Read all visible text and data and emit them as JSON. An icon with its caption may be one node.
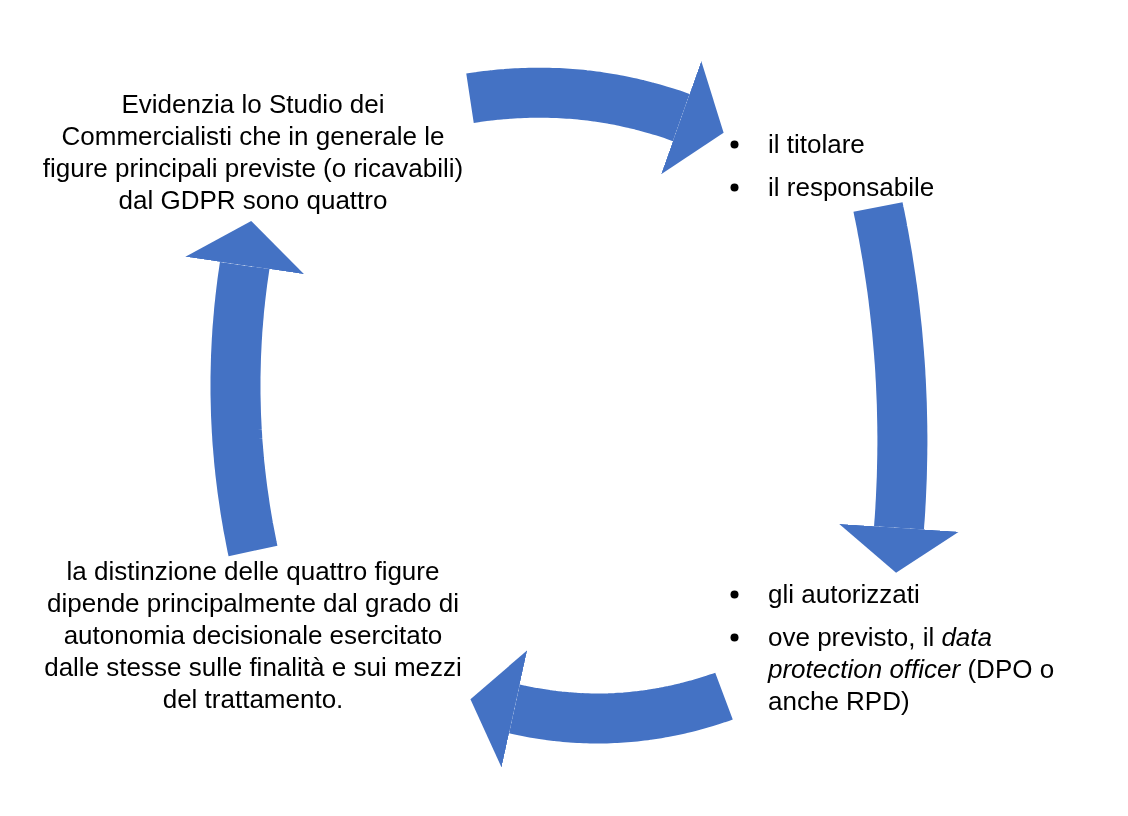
{
  "diagram": {
    "nodes": [
      {
        "text": [
          "Evidenzia lo Studio dei Commercialisti che in generale le figure principali previste (o ricavabili) dal GDPR sono quattro"
        ]
      },
      {
        "text": [
          "il titolare",
          "il responsabile"
        ]
      },
      {
        "text": [
          "gli autorizzati",
          "ove previsto, il *data protection officer* (DPO o anche RPD)"
        ]
      },
      {
        "text": [
          "la distinzione delle quattro figure dipende principalmente dal grado di autonomia decisionale esercitato dalle stesse sulle finalità e sui mezzi del trattamento."
        ]
      }
    ],
    "edges": [
      {
        "from": 0,
        "to": 1,
        "arrow": "to"
      },
      {
        "from": 1,
        "to": 2,
        "arrow": "to"
      },
      {
        "from": 2,
        "to": 3,
        "arrow": "to"
      },
      {
        "from": 3,
        "to": 0,
        "arrow": "to"
      }
    ]
  }
}
